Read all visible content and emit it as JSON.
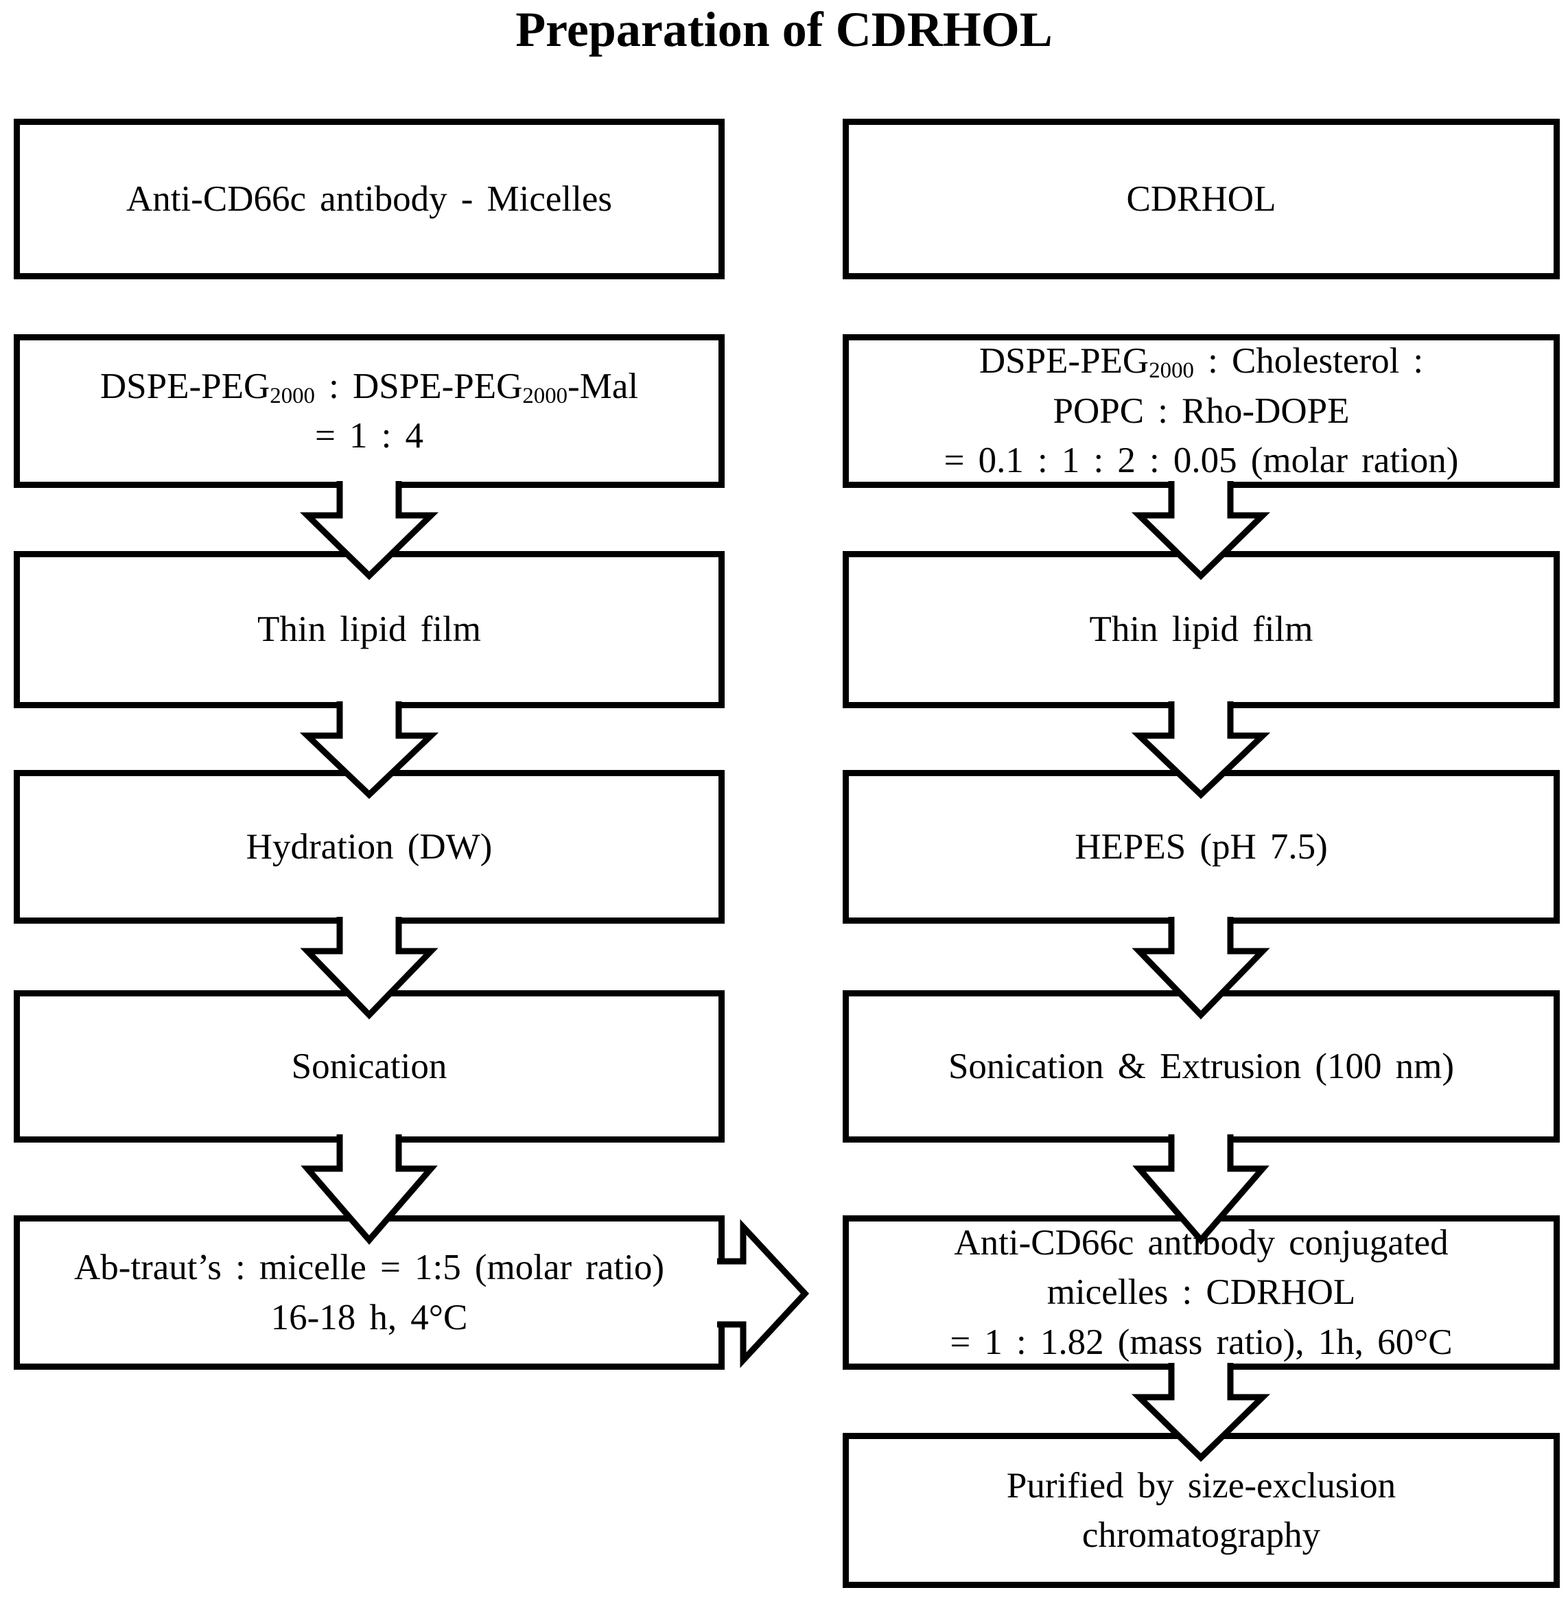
{
  "title": "Preparation of CDRHOL",
  "colors": {
    "ink": "#000000",
    "paper": "#ffffff"
  },
  "columns": {
    "left": {
      "boxes": [
        {
          "id": "antibody-micelles",
          "lines": [
            [
              {
                "t": "Anti-CD66c antibody - Micelles"
              }
            ]
          ]
        },
        {
          "id": "dspe-peg-ratio",
          "lines": [
            [
              {
                "t": "DSPE-PEG"
              },
              {
                "t": "2000",
                "sub": true
              },
              {
                "t": " : DSPE-PEG"
              },
              {
                "t": "2000",
                "sub": true
              },
              {
                "t": "-Mal"
              }
            ],
            [
              {
                "t": "= 1 : 4"
              }
            ]
          ]
        },
        {
          "id": "thin-lipid-film-left",
          "lines": [
            [
              {
                "t": "Thin lipid film"
              }
            ]
          ]
        },
        {
          "id": "hydration-dw",
          "lines": [
            [
              {
                "t": "Hydration (DW)"
              }
            ]
          ]
        },
        {
          "id": "sonication",
          "lines": [
            [
              {
                "t": "Sonication"
              }
            ]
          ]
        },
        {
          "id": "ab-trauts-reaction",
          "lines": [
            [
              {
                "t": "Ab-traut’s : micelle = 1:5 (molar ratio)"
              }
            ],
            [
              {
                "t": "16-18 h, 4°C"
              }
            ]
          ]
        }
      ]
    },
    "right": {
      "boxes": [
        {
          "id": "cdrhol",
          "lines": [
            [
              {
                "t": "CDRHOL"
              }
            ]
          ]
        },
        {
          "id": "lipid-composition",
          "lines": [
            [
              {
                "t": "DSPE-PEG"
              },
              {
                "t": "2000",
                "sub": true
              },
              {
                "t": " : Cholesterol :"
              }
            ],
            [
              {
                "t": "POPC : Rho-DOPE"
              }
            ],
            [
              {
                "t": "= 0.1 : 1 : 2 : 0.05 (molar ration)"
              }
            ]
          ]
        },
        {
          "id": "thin-lipid-film-right",
          "lines": [
            [
              {
                "t": "Thin lipid film"
              }
            ]
          ]
        },
        {
          "id": "hepes",
          "lines": [
            [
              {
                "t": "HEPES (pH 7.5)"
              }
            ]
          ]
        },
        {
          "id": "sonication-extrusion",
          "lines": [
            [
              {
                "t": "Sonication & Extrusion (100 nm)"
              }
            ]
          ]
        },
        {
          "id": "conjugation",
          "lines": [
            [
              {
                "t": "Anti-CD66c antibody conjugated"
              }
            ],
            [
              {
                "t": "micelles : CDRHOL"
              }
            ],
            [
              {
                "t": "= 1 : 1.82 (mass ratio), 1h, 60°C"
              }
            ]
          ]
        },
        {
          "id": "purification",
          "lines": [
            [
              {
                "t": "Purified by size-exclusion"
              }
            ],
            [
              {
                "t": "chromatography"
              }
            ]
          ]
        }
      ]
    }
  },
  "arrows": [
    {
      "from": "dspe-peg-ratio",
      "to": "thin-lipid-film-left",
      "direction": "down"
    },
    {
      "from": "thin-lipid-film-left",
      "to": "hydration-dw",
      "direction": "down"
    },
    {
      "from": "hydration-dw",
      "to": "sonication",
      "direction": "down"
    },
    {
      "from": "sonication",
      "to": "ab-trauts-reaction",
      "direction": "down"
    },
    {
      "from": "lipid-composition",
      "to": "thin-lipid-film-right",
      "direction": "down"
    },
    {
      "from": "thin-lipid-film-right",
      "to": "hepes",
      "direction": "down"
    },
    {
      "from": "hepes",
      "to": "sonication-extrusion",
      "direction": "down"
    },
    {
      "from": "sonication-extrusion",
      "to": "conjugation",
      "direction": "down"
    },
    {
      "from": "conjugation",
      "to": "purification",
      "direction": "down"
    },
    {
      "from": "ab-trauts-reaction",
      "to": "conjugation",
      "direction": "right"
    }
  ]
}
